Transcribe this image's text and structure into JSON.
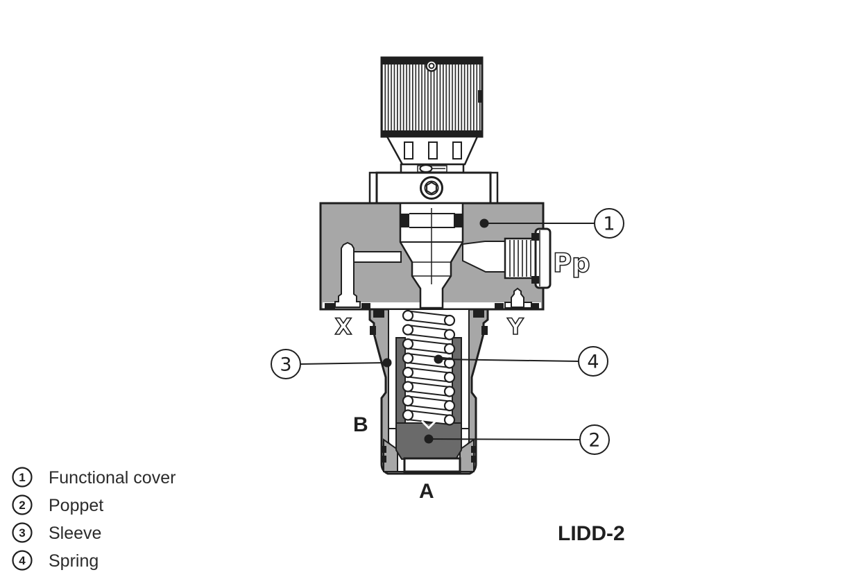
{
  "diagram": {
    "model": "LIDD-2",
    "port_labels": {
      "x": "X",
      "y": "Y",
      "b": "B",
      "a": "A",
      "pilot": "Pp"
    },
    "callouts": [
      {
        "number": "1",
        "part": "Functional cover"
      },
      {
        "number": "2",
        "part": "Poppet"
      },
      {
        "number": "3",
        "part": "Sleeve"
      },
      {
        "number": "4",
        "part": "Spring"
      }
    ],
    "legend": {
      "items": [
        {
          "number": "1",
          "label": "Functional cover"
        },
        {
          "number": "2",
          "label": "Poppet"
        },
        {
          "number": "3",
          "label": "Sleeve"
        },
        {
          "number": "4",
          "label": "Spring"
        }
      ]
    },
    "colors": {
      "body_gray": "#a7a7a7",
      "poppet_gray": "#6a6a6a",
      "line": "#1f1f1f",
      "background": "#ffffff"
    }
  }
}
